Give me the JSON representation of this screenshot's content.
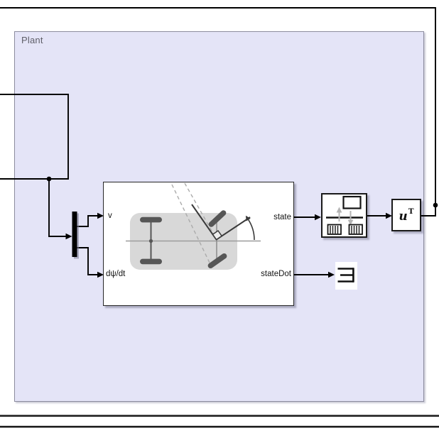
{
  "diagram": {
    "plant_area": {
      "label": "Plant"
    },
    "blocks": {
      "vehicle_model": {
        "type": "subsystem",
        "icon": "bicycle-vehicle-model-icon",
        "input_ports": [
          {
            "label": "v"
          },
          {
            "label": "dψ/dt"
          }
        ],
        "output_ports": [
          {
            "label": "state"
          },
          {
            "label": "stateDot"
          }
        ]
      },
      "demux": {
        "type": "demux",
        "icon": "demux-bar-icon"
      },
      "rate_transition": {
        "type": "rate-transition",
        "icon": "rate-transition-icon"
      },
      "transpose": {
        "type": "math-function-transpose",
        "label_base": "u",
        "label_sup": "T"
      },
      "out_bus_element": {
        "type": "out-bus-element",
        "icon": "bus-element-icon"
      }
    },
    "colors": {
      "plant_fill": "#e4e4f7",
      "plant_border": "#8c8c9e",
      "wire": "#000000",
      "block_border": "#1a1a1a",
      "vehicle_body_gray": "#d8d8d8",
      "wheel_dark_gray": "#565656",
      "icon_muted_gray": "#b4b4b4",
      "label_gray": "#5f5f68"
    }
  }
}
